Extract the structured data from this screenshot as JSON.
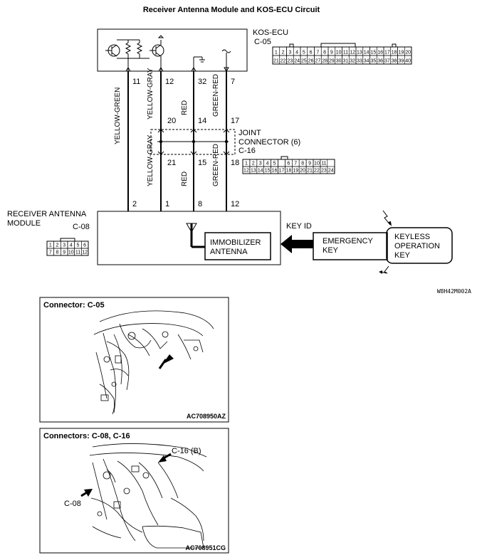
{
  "title": "Receiver Antenna  Module and KOS-ECU Circuit",
  "kos_ecu": {
    "name": "KOS-ECU",
    "connector": "C-05",
    "row1": [
      "1",
      "2",
      "3",
      "4",
      "5",
      "6",
      "7",
      "8",
      "9",
      "10",
      "11",
      "12",
      "13",
      "14",
      "15",
      "16",
      "17",
      "18",
      "19",
      "20"
    ],
    "row2": [
      "21",
      "22",
      "23",
      "24",
      "25",
      "26",
      "27",
      "28",
      "29",
      "30",
      "31",
      "32",
      "33",
      "34",
      "35",
      "36",
      "37",
      "38",
      "39",
      "40"
    ],
    "terminals": [
      "11",
      "12",
      "32",
      "7"
    ]
  },
  "joint_connector": {
    "name_line1": "JOINT",
    "name_line2": "CONNECTOR (6)",
    "connector": "C-16",
    "pins_top": [
      "20",
      "14",
      "17"
    ],
    "pins_bottom": [
      "21",
      "15",
      "18"
    ],
    "row1": [
      "1",
      "2",
      "3",
      "4",
      "5",
      "",
      "6",
      "7",
      "8",
      "9",
      "10",
      "11"
    ],
    "row2": [
      "12",
      "13",
      "14",
      "15",
      "16",
      "17",
      "18",
      "19",
      "20",
      "21",
      "22",
      "23",
      "24"
    ]
  },
  "wires": {
    "w1": "YELLOW-GREEN",
    "w2_top": "YELLOW-GRAY",
    "w3_top": "RED",
    "w4_top": "GREEN-RED",
    "w2_bottom": "YELLOW-GRAY",
    "w3_bottom": "RED",
    "w4_bottom": "GREEN-RED"
  },
  "receiver_module": {
    "name_line1": "RECEIVER ANTENNA",
    "name_line2": "MODULE",
    "connector": "C-08",
    "terminals": [
      "2",
      "1",
      "8",
      "12"
    ],
    "row1": [
      "1",
      "2",
      "3",
      "4",
      "5",
      "6"
    ],
    "row2": [
      "7",
      "8",
      "9",
      "10",
      "11",
      "12"
    ],
    "antenna_line1": "IMMOBILIZER",
    "antenna_line2": "ANTENNA"
  },
  "key_id": "KEY ID",
  "emergency_key": {
    "line1": "EMERGENCY",
    "line2": "KEY"
  },
  "keyless_key": {
    "line1": "KEYLESS",
    "line2": "OPERATION",
    "line3": "KEY"
  },
  "diagram_code": "W8H42M002A",
  "connector_view_1": {
    "title": "Connector: C-05",
    "code": "AC708950AZ"
  },
  "connector_view_2": {
    "title": "Connectors: C-08, C-16",
    "label_c16": "C-16 (B)",
    "label_c08": "C-08",
    "code": "AC708951CG"
  }
}
